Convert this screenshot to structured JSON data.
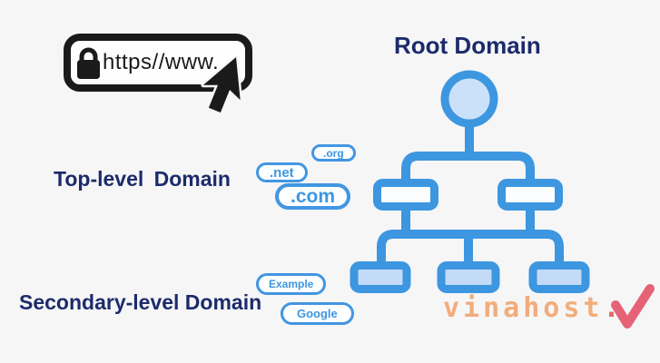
{
  "background_color": "#f6f6f7",
  "address_bar": {
    "url_text": "https//www.",
    "icons": [
      "lock-icon",
      "cursor-arrow-icon"
    ]
  },
  "headings": {
    "root": "Root Domain",
    "top_level": "Top-level Domain",
    "secondary_level": "Secondary-level Domain"
  },
  "tld_bubbles": {
    "org": ".org",
    "net": ".net",
    "com": ".com"
  },
  "sld_bubbles": {
    "example": "Example",
    "google": "Google"
  },
  "watermark": {
    "name": "vinahost",
    "dot": "."
  },
  "tree": {
    "type": "hierarchy",
    "root_node": "root-domain-circle",
    "level1_nodes": 2,
    "level2_nodes": 3,
    "nodes_have_text": false
  },
  "colors": {
    "tree_stroke": "#3d96e0",
    "circle_fill": "#cbe1fa",
    "mid_box_fill": "#fbfdff",
    "bottom_box_fill": "#c3dbf7",
    "heading_text": "#1c2b6b",
    "pill_border": "#4296e2",
    "pill_text": "#3e96e0",
    "address_bar_ink": "#1a1a1a",
    "watermark_orange": "#f2a36a",
    "watermark_dot_red": "#e2574a",
    "watermark_check_red": "#e4556b"
  }
}
